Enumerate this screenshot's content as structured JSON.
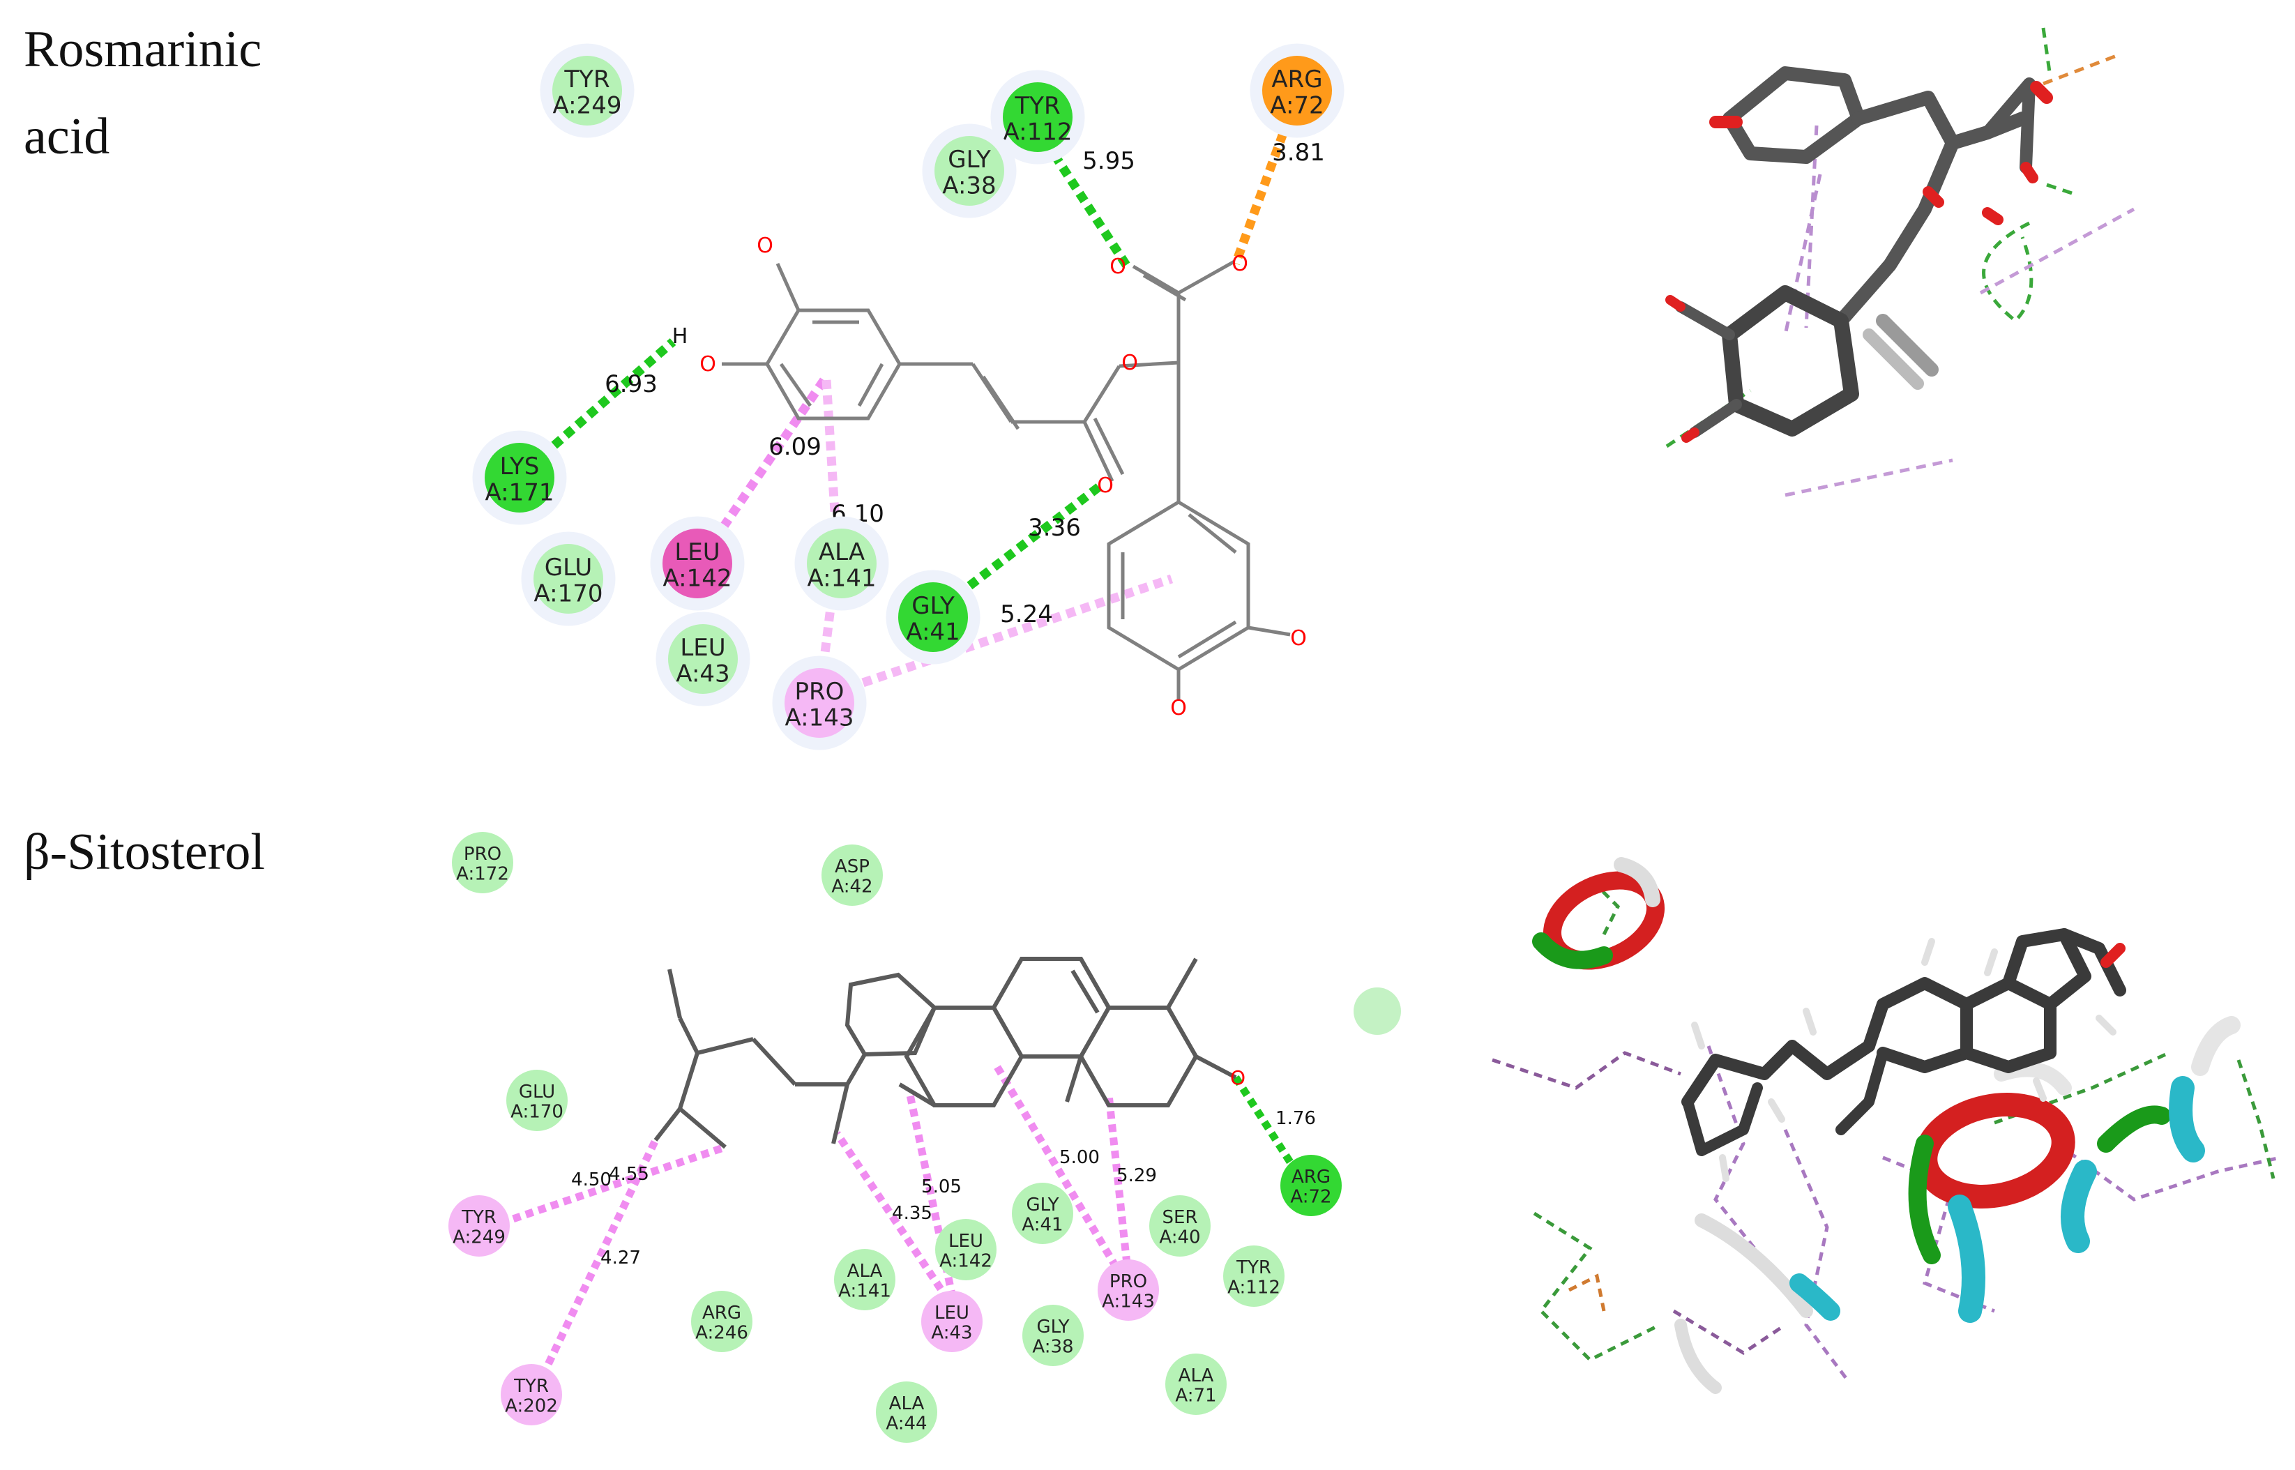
{
  "labels": {
    "rosmarinic_line1": "Rosmarinic",
    "rosmarinic_line2": "acid",
    "sitosterol": "β-Sitosterol"
  },
  "colors": {
    "hbond": "#1ec81e",
    "pi_alkyl": "#f08cf0",
    "attractive": "#ff9a1a",
    "vdw": "#b6f2b6",
    "conv_hbond": "#33d833",
    "alkyl_res": "#f5b8f5",
    "pi_res": "#e85ab8",
    "bond": "#808080",
    "oxygen": "#ff0000"
  },
  "rosmarinic": {
    "residues": [
      {
        "id": "tyr249",
        "name": "TYR",
        "num": "A:249",
        "type": "vdw"
      },
      {
        "id": "tyr112",
        "name": "TYR",
        "num": "A:112",
        "type": "hbond"
      },
      {
        "id": "arg72",
        "name": "ARG",
        "num": "A:72",
        "type": "attractive"
      },
      {
        "id": "gly38",
        "name": "GLY",
        "num": "A:38",
        "type": "vdw"
      },
      {
        "id": "lys171",
        "name": "LYS",
        "num": "A:171",
        "type": "hbond"
      },
      {
        "id": "glu170",
        "name": "GLU",
        "num": "A:170",
        "type": "vdw"
      },
      {
        "id": "leu142",
        "name": "LEU",
        "num": "A:142",
        "type": "pi"
      },
      {
        "id": "ala141",
        "name": "ALA",
        "num": "A:141",
        "type": "vdw"
      },
      {
        "id": "gly41",
        "name": "GLY",
        "num": "A:41",
        "type": "hbond"
      },
      {
        "id": "leu43",
        "name": "LEU",
        "num": "A:43",
        "type": "vdw"
      },
      {
        "id": "pro143",
        "name": "PRO",
        "num": "A:143",
        "type": "alkyl"
      }
    ],
    "distances": [
      {
        "id": "d1",
        "value": "5.95"
      },
      {
        "id": "d2",
        "value": "3.81"
      },
      {
        "id": "d3",
        "value": "6.93"
      },
      {
        "id": "d4",
        "value": "6.09"
      },
      {
        "id": "d5",
        "value": "6.10"
      },
      {
        "id": "d6",
        "value": "3.36"
      },
      {
        "id": "d7",
        "value": "5.24"
      }
    ],
    "atoms": {
      "o": "O",
      "h": "H"
    }
  },
  "sitosterol": {
    "residues": [
      {
        "id": "pro172",
        "name": "PRO",
        "num": "A:172",
        "type": "vdw"
      },
      {
        "id": "asp42",
        "name": "ASP",
        "num": "A:42",
        "type": "vdw"
      },
      {
        "id": "glu170",
        "name": "GLU",
        "num": "A:170",
        "type": "vdw"
      },
      {
        "id": "tyr249",
        "name": "TYR",
        "num": "A:249",
        "type": "alkyl"
      },
      {
        "id": "tyr202",
        "name": "TYR",
        "num": "A:202",
        "type": "alkyl"
      },
      {
        "id": "arg246",
        "name": "ARG",
        "num": "A:246",
        "type": "vdw"
      },
      {
        "id": "ala141",
        "name": "ALA",
        "num": "A:141",
        "type": "vdw"
      },
      {
        "id": "leu142",
        "name": "LEU",
        "num": "A:142",
        "type": "vdw"
      },
      {
        "id": "leu43",
        "name": "LEU",
        "num": "A:43",
        "type": "alkyl"
      },
      {
        "id": "gly41",
        "name": "GLY",
        "num": "A:41",
        "type": "vdw"
      },
      {
        "id": "gly38",
        "name": "GLY",
        "num": "A:38",
        "type": "vdw"
      },
      {
        "id": "ala44",
        "name": "ALA",
        "num": "A:44",
        "type": "vdw"
      },
      {
        "id": "pro143",
        "name": "PRO",
        "num": "A:143",
        "type": "alkyl"
      },
      {
        "id": "ser40",
        "name": "SER",
        "num": "A:40",
        "type": "vdw"
      },
      {
        "id": "tyr112",
        "name": "TYR",
        "num": "A:112",
        "type": "vdw"
      },
      {
        "id": "ala71",
        "name": "ALA",
        "num": "A:71",
        "type": "vdw"
      },
      {
        "id": "arg72",
        "name": "ARG",
        "num": "A:72",
        "type": "hbond"
      }
    ],
    "distances": [
      {
        "id": "s1",
        "value": "4.50"
      },
      {
        "id": "s2",
        "value": "4.55"
      },
      {
        "id": "s3",
        "value": "4.27"
      },
      {
        "id": "s4",
        "value": "5.05"
      },
      {
        "id": "s5",
        "value": "4.35"
      },
      {
        "id": "s6",
        "value": "5.00"
      },
      {
        "id": "s7",
        "value": "5.29"
      },
      {
        "id": "s8",
        "value": "1.76"
      }
    ],
    "atoms": {
      "o": "O"
    }
  }
}
